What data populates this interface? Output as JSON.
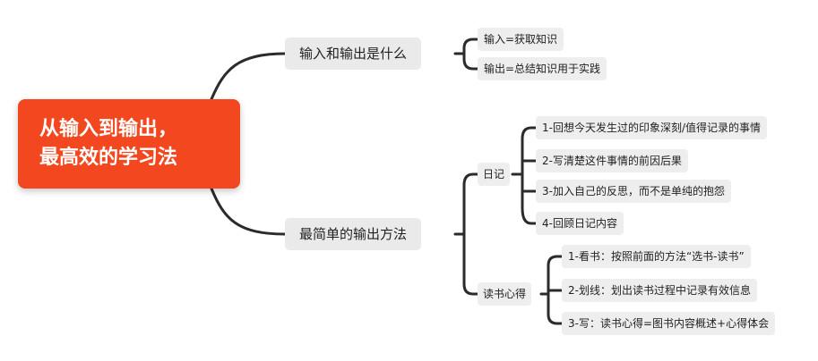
{
  "root": {
    "line1": "从输入到输出，",
    "line2": "最高效的学习法"
  },
  "branches": [
    {
      "label": "输入和输出是什么",
      "leaves": [
        "输入=获取知识",
        "输出=总结知识用于实践"
      ]
    },
    {
      "label": "最简单的输出方法",
      "subs": [
        {
          "label": "日记",
          "leaves": [
            "1-回想今天发生过的印象深刻/值得记录的事情",
            "2-写清楚这件事情的前因后果",
            "3-加入自己的反思，而不是单纯的抱怨",
            "4-回顾日记内容"
          ]
        },
        {
          "label": "读书心得",
          "leaves": [
            "1-看书：按照前面的方法“选书-读书”",
            "2-划线：划出读书过程中记录有效信息",
            "3-写：读书心得=图书内容概述+心得体会"
          ]
        }
      ]
    }
  ],
  "colors": {
    "root_bg": "#f2471f",
    "node_bg": "#eaeaea",
    "line": "#2b2b2b"
  }
}
